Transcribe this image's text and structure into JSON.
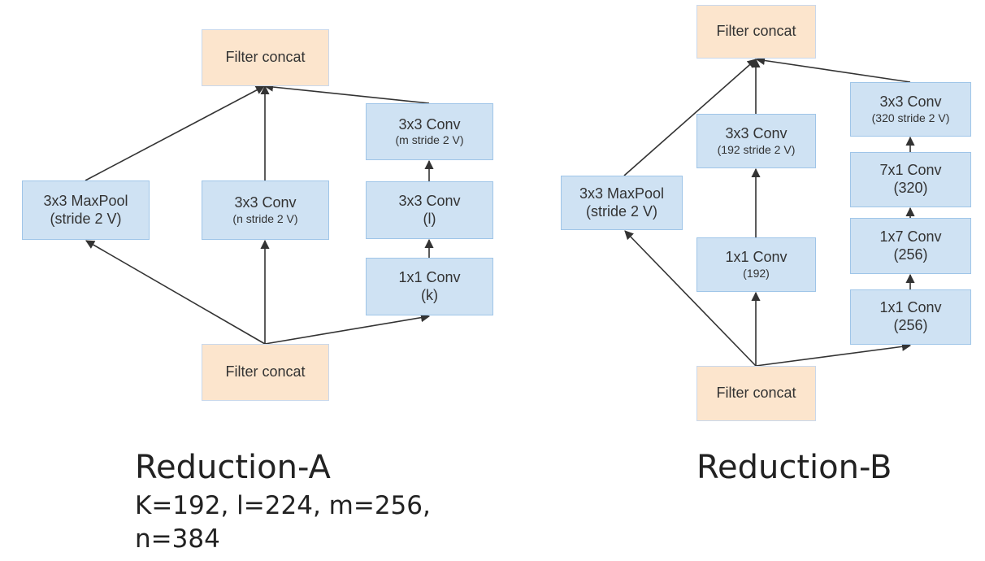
{
  "reduction_a": {
    "title": "Reduction-A",
    "params_line1": "K=192, l=224, m=256,",
    "params_line2": "n=384",
    "nodes": {
      "top_concat": {
        "line1": "Filter concat"
      },
      "maxpool": {
        "line1": "3x3 MaxPool",
        "line2": "(stride 2 V)"
      },
      "conv_n": {
        "line1": "3x3 Conv",
        "line2": "(n stride 2 V)"
      },
      "conv_m": {
        "line1": "3x3 Conv",
        "line2": "(m stride 2 V)"
      },
      "conv_l": {
        "line1": "3x3 Conv",
        "line2": "(l)"
      },
      "conv_k": {
        "line1": "1x1 Conv",
        "line2": "(k)"
      },
      "bottom_concat": {
        "line1": "Filter concat"
      }
    }
  },
  "reduction_b": {
    "title": "Reduction-B",
    "nodes": {
      "top_concat": {
        "line1": "Filter concat"
      },
      "maxpool": {
        "line1": "3x3 MaxPool",
        "line2": "(stride 2 V)"
      },
      "conv_192_s2": {
        "line1": "3x3 Conv",
        "line2": "(192 stride 2 V)"
      },
      "conv_192": {
        "line1": "1x1 Conv",
        "line2": "(192)"
      },
      "conv_320_s2": {
        "line1": "3x3 Conv",
        "line2": "(320 stride 2 V)"
      },
      "conv_7x1": {
        "line1": "7x1 Conv",
        "line2": "(320)"
      },
      "conv_1x7": {
        "line1": "1x7 Conv",
        "line2": "(256)"
      },
      "conv_1x1_256": {
        "line1": "1x1 Conv",
        "line2": "(256)"
      },
      "bottom_concat": {
        "line1": "Filter concat"
      }
    }
  },
  "colors": {
    "conv_fill": "#cfe2f3",
    "conv_border": "#9fc5e8",
    "concat_fill": "#fce5cd",
    "edge": "#333333"
  }
}
